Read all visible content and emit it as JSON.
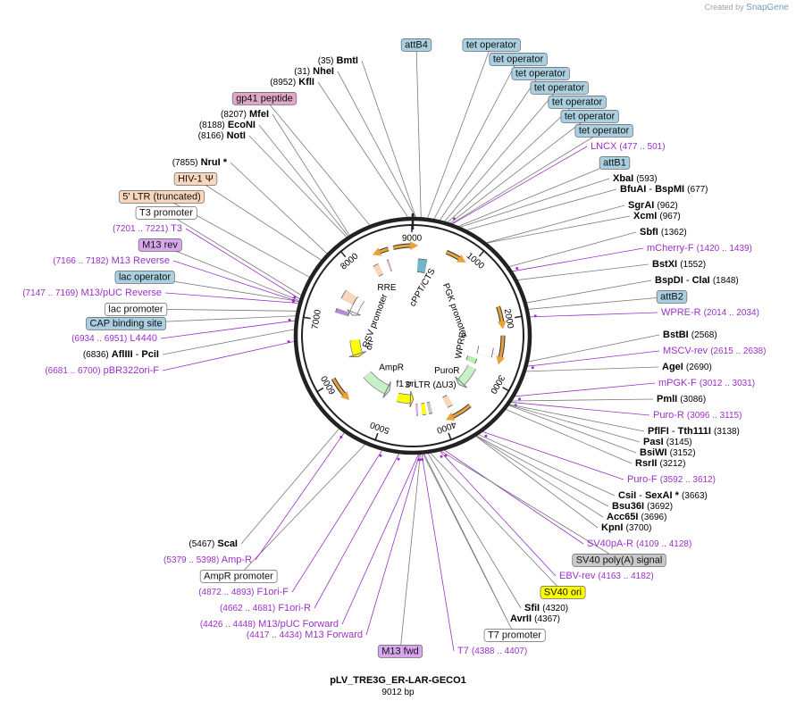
{
  "branding": {
    "created_by": "Created by",
    "app": "SnapGene"
  },
  "plasmid": {
    "name": "pLV_TRE3G_ER-LAR-GECO1",
    "size_label": "9012 bp",
    "total_bp": 9012
  },
  "colors": {
    "enzyme": "#000000",
    "primer": "#9b30c8",
    "feature_blue": "#a9cfe0",
    "feature_pink": "#e0a8c4",
    "feature_peach": "#f9d7bc",
    "feature_purple": "#d7a6ec",
    "feature_gray": "#c8c8c8",
    "feature_yellow": "#ffff00",
    "arrow_orange": "#e8a23c",
    "arrow_green": "#c8f0c8",
    "arrow_yellow": "#ffff00"
  },
  "ticks": [
    "1000",
    "2000",
    "3000",
    "4000",
    "5000",
    "6000",
    "7000",
    "8000",
    "9000"
  ],
  "ring_labels": [
    "cPPT/CTS",
    "PGK promoter",
    "WPRE",
    "PuroR",
    "3' LTR (ΔU3)",
    "f1 ori",
    "AmpR",
    "ori",
    "RSV promoter",
    "RRE"
  ],
  "labels": [
    {
      "name": "attB4",
      "kind": "feature",
      "color": "blue"
    },
    {
      "name": "tet operator",
      "kind": "feature",
      "color": "blue"
    },
    {
      "name": "tet operator",
      "kind": "feature",
      "color": "blue"
    },
    {
      "name": "tet operator",
      "kind": "feature",
      "color": "blue"
    },
    {
      "name": "tet operator",
      "kind": "feature",
      "color": "blue"
    },
    {
      "name": "tet operator",
      "kind": "feature",
      "color": "blue"
    },
    {
      "name": "tet operator",
      "kind": "feature",
      "color": "blue"
    },
    {
      "name": "tet operator",
      "kind": "feature",
      "color": "blue"
    },
    {
      "name": "LNCX",
      "kind": "primer",
      "pos": "(477 .. 501)"
    },
    {
      "name": "attB1",
      "kind": "feature",
      "color": "blue"
    },
    {
      "name": "XbaI",
      "kind": "enzyme",
      "pos": "(593)"
    },
    {
      "name": "BfuAI",
      "name2": "BspMI",
      "kind": "enzyme",
      "pos": "(677)"
    },
    {
      "name": "SgrAI",
      "kind": "enzyme",
      "pos": "(962)"
    },
    {
      "name": "XcmI",
      "kind": "enzyme",
      "pos": "(967)"
    },
    {
      "name": "SbfI",
      "kind": "enzyme",
      "pos": "(1362)"
    },
    {
      "name": "mCherry-F",
      "kind": "primer",
      "pos": "(1420 .. 1439)"
    },
    {
      "name": "BstXI",
      "kind": "enzyme",
      "pos": "(1552)"
    },
    {
      "name": "BspDI",
      "name2": "ClaI",
      "kind": "enzyme",
      "pos": "(1848)"
    },
    {
      "name": "attB2",
      "kind": "feature",
      "color": "blue"
    },
    {
      "name": "WPRE-R",
      "kind": "primer",
      "pos": "(2014 .. 2034)"
    },
    {
      "name": "BstBI",
      "kind": "enzyme",
      "pos": "(2568)"
    },
    {
      "name": "MSCV-rev",
      "kind": "primer",
      "pos": "(2615 .. 2638)"
    },
    {
      "name": "AgeI",
      "kind": "enzyme",
      "pos": "(2690)"
    },
    {
      "name": "mPGK-F",
      "kind": "primer",
      "pos": "(3012 .. 3031)"
    },
    {
      "name": "PmlI",
      "kind": "enzyme",
      "pos": "(3086)"
    },
    {
      "name": "Puro-R",
      "kind": "primer",
      "pos": "(3096 .. 3115)"
    },
    {
      "name": "PflFI",
      "name2": "Tth111I",
      "kind": "enzyme",
      "pos": "(3138)"
    },
    {
      "name": "PasI",
      "kind": "enzyme",
      "pos": "(3145)"
    },
    {
      "name": "BsiWI",
      "kind": "enzyme",
      "pos": "(3152)"
    },
    {
      "name": "RsrII",
      "kind": "enzyme",
      "pos": "(3212)"
    },
    {
      "name": "Puro-F",
      "kind": "primer",
      "pos": "(3592 .. 3612)"
    },
    {
      "name": "CsiI",
      "name2": "SexAI *",
      "kind": "enzyme",
      "pos": "(3663)"
    },
    {
      "name": "Bsu36I",
      "kind": "enzyme",
      "pos": "(3692)"
    },
    {
      "name": "Acc65I",
      "kind": "enzyme",
      "pos": "(3696)"
    },
    {
      "name": "KpnI",
      "kind": "enzyme",
      "pos": "(3700)"
    },
    {
      "name": "SV40pA-R",
      "kind": "primer",
      "pos": "(4109 .. 4128)"
    },
    {
      "name": "SV40 poly(A) signal",
      "kind": "feature",
      "color": "gray"
    },
    {
      "name": "EBV-rev",
      "kind": "primer",
      "pos": "(4163 .. 4182)"
    },
    {
      "name": "SV40 ori",
      "kind": "feature",
      "color": "yellow"
    },
    {
      "name": "SfiI",
      "kind": "enzyme",
      "pos": "(4320)"
    },
    {
      "name": "AvrII",
      "kind": "enzyme",
      "pos": "(4367)"
    },
    {
      "name": "T7 promoter",
      "kind": "feature",
      "color": "white"
    },
    {
      "name": "T7",
      "kind": "primer",
      "pos": "(4388 .. 4407)"
    },
    {
      "name": "M13 fwd",
      "kind": "feature",
      "color": "purple"
    },
    {
      "name": "M13 Forward",
      "kind": "primer",
      "pos": "(4417 .. 4434)"
    },
    {
      "name": "M13/pUC Forward",
      "kind": "primer",
      "pos": "(4426 .. 4448)"
    },
    {
      "name": "F1ori-R",
      "kind": "primer",
      "pos": "(4662 .. 4681)"
    },
    {
      "name": "F1ori-F",
      "kind": "primer",
      "pos": "(4872 .. 4893)"
    },
    {
      "name": "AmpR promoter",
      "kind": "feature",
      "color": "white"
    },
    {
      "name": "Amp-R",
      "kind": "primer",
      "pos": "(5379 .. 5398)"
    },
    {
      "name": "ScaI",
      "kind": "enzyme",
      "pos": "(5467)"
    },
    {
      "name": "pBR322ori-F",
      "kind": "primer",
      "pos": "(6681 .. 6700)"
    },
    {
      "name": "AflIII",
      "name2": "PciI",
      "kind": "enzyme",
      "pos": "(6836)"
    },
    {
      "name": "L4440",
      "kind": "primer",
      "pos": "(6934 .. 6951)"
    },
    {
      "name": "CAP binding site",
      "kind": "feature",
      "color": "blue"
    },
    {
      "name": "lac promoter",
      "kind": "feature",
      "color": "white"
    },
    {
      "name": "M13/pUC Reverse",
      "kind": "primer",
      "pos": "(7147 .. 7169)"
    },
    {
      "name": "lac operator",
      "kind": "feature",
      "color": "blue"
    },
    {
      "name": "M13 Reverse",
      "kind": "primer",
      "pos": "(7166 .. 7182)"
    },
    {
      "name": "M13 rev",
      "kind": "feature",
      "color": "purple"
    },
    {
      "name": "T3",
      "kind": "primer",
      "pos": "(7201 .. 7221)"
    },
    {
      "name": "T3 promoter",
      "kind": "feature",
      "color": "white"
    },
    {
      "name": "5' LTR (truncated)",
      "kind": "feature",
      "color": "peach"
    },
    {
      "name": "HIV-1 Ψ",
      "kind": "feature",
      "color": "peach"
    },
    {
      "name": "NruI *",
      "kind": "enzyme",
      "pos": "(7855)"
    },
    {
      "name": "NotI",
      "kind": "enzyme",
      "pos": "(8166)"
    },
    {
      "name": "EcoNI",
      "kind": "enzyme",
      "pos": "(8188)"
    },
    {
      "name": "MfeI",
      "kind": "enzyme",
      "pos": "(8207)"
    },
    {
      "name": "gp41 peptide",
      "kind": "feature",
      "color": "pink"
    },
    {
      "name": "KflI",
      "kind": "enzyme",
      "pos": "(8952)"
    },
    {
      "name": "NheI",
      "kind": "enzyme",
      "pos": "(31)"
    },
    {
      "name": "BmtI",
      "kind": "enzyme",
      "pos": "(35)"
    }
  ]
}
